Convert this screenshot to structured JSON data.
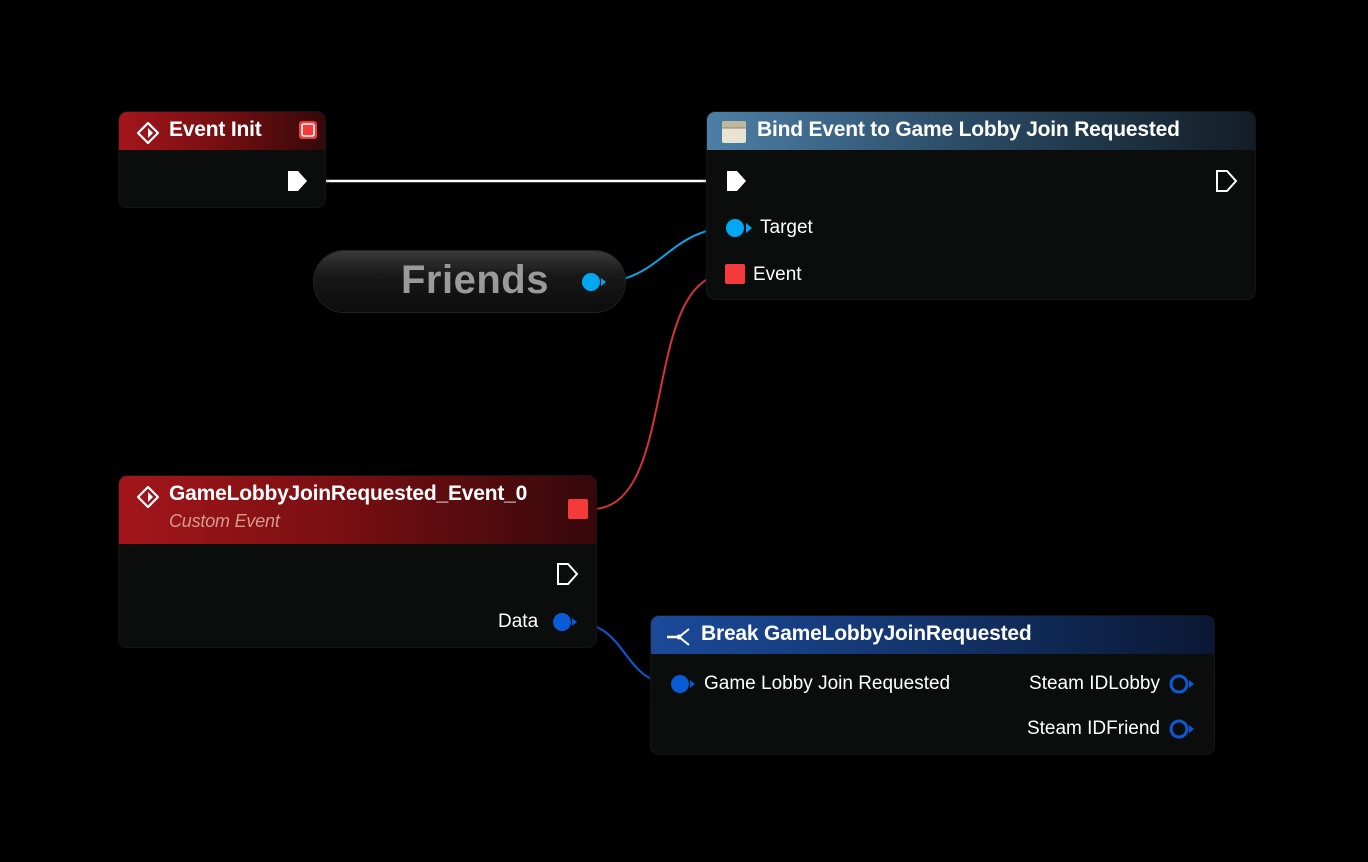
{
  "nodes": {
    "event_init": {
      "title": "Event Init",
      "header_color": "#a3161b"
    },
    "bind_event": {
      "title": "Bind Event to Game Lobby Join Requested",
      "header_color": "#4d7fa6",
      "pins": {
        "target": "Target",
        "event": "Event"
      }
    },
    "friends_var": {
      "title": "Friends"
    },
    "custom_event": {
      "title": "GameLobbyJoinRequested_Event_0",
      "subtitle": "Custom Event",
      "header_color": "#a3161b",
      "pins": {
        "data": "Data"
      }
    },
    "break_node": {
      "title": "Break GameLobbyJoinRequested",
      "header_color": "#1b4a9a",
      "pins": {
        "input": "Game Lobby Join Requested",
        "steam_id_lobby": "Steam IDLobby",
        "steam_id_friend": "Steam IDFriend"
      }
    }
  },
  "colors": {
    "background": "#000000",
    "exec_wire": "#ffffff",
    "object_pin": "#00a8f4",
    "delegate_pin": "#f43a3a",
    "struct_pin": "#0a5bd6"
  },
  "icons": {
    "event": "event-diamond-icon",
    "function": "function-icon",
    "break": "break-struct-icon",
    "exec": "exec-pin-icon",
    "delegate": "delegate-pin-icon"
  }
}
